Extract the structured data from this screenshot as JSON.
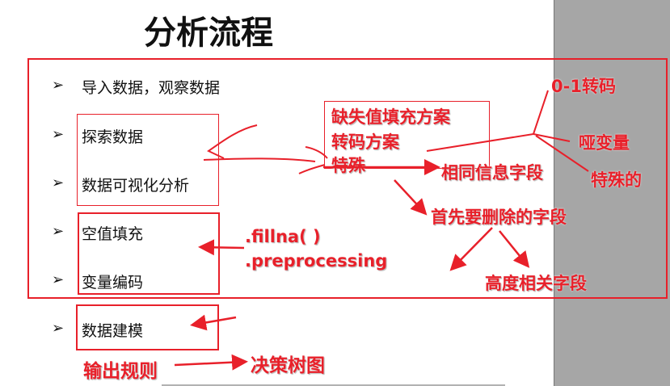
{
  "slide": {
    "title": "分析流程",
    "bullet_glyph": "➢",
    "items": [
      "导入数据，观察数据",
      "探索数据",
      "数据可视化分析",
      "空值填充",
      "变量编码",
      "数据建模"
    ]
  },
  "annotations": {
    "missing_plan": "缺失值填充方案",
    "encode_plan": "转码方案",
    "special": "特殊",
    "zero_one": "0-1转码",
    "dummy": "哑变量",
    "special_ones": "特殊的",
    "same_info": "相同信息字段",
    "delete_first": "首先要删除的字段",
    "high_corr": "高度相关字段",
    "fillna": ".fillna( )",
    "preprocessing": ".preprocessing",
    "output_rules": "输出规则",
    "decision_tree": "决策树图"
  },
  "colors": {
    "annotation": "#e8202a",
    "side_panel": "#a6a6a6"
  }
}
